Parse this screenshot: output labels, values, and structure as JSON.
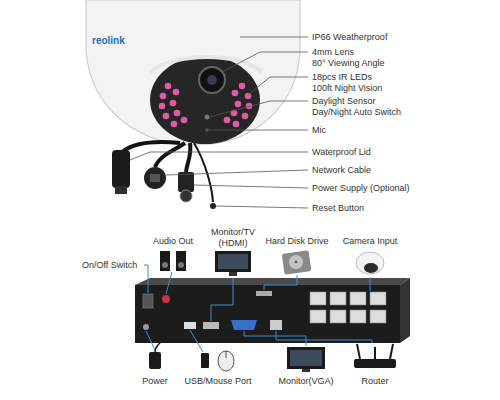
{
  "diagram": {
    "labels": [
      "reolink",
      "IP66 Weatherproof",
      "4mm Lens",
      "80° Viewing Angle",
      "18pcs IR LEDs",
      "100ft Night Vision",
      "Daylight Sensor",
      "Day/Night Auto Switch",
      "Mic",
      "Waterproof Lid",
      "Network Cable",
      "Power Supply (Optional)",
      "Reset Button",
      "Audio Out",
      "Monitor/TV (HDMI)",
      "Hard Disk Drive",
      "Camera Input",
      "On/Off Switch",
      "Power",
      "USB/Mouse Port",
      "Monitor(VGA)",
      "Router"
    ]
  }
}
